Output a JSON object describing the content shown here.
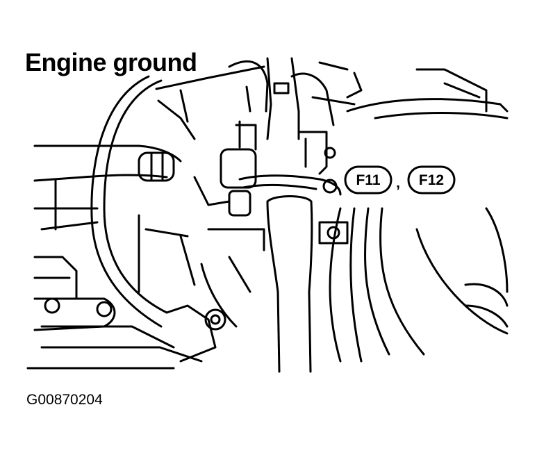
{
  "diagram": {
    "title": "Engine ground",
    "callouts": [
      {
        "label": "F11"
      },
      {
        "label": "F12"
      }
    ],
    "separator": ",",
    "figure_id": "G00870204"
  }
}
